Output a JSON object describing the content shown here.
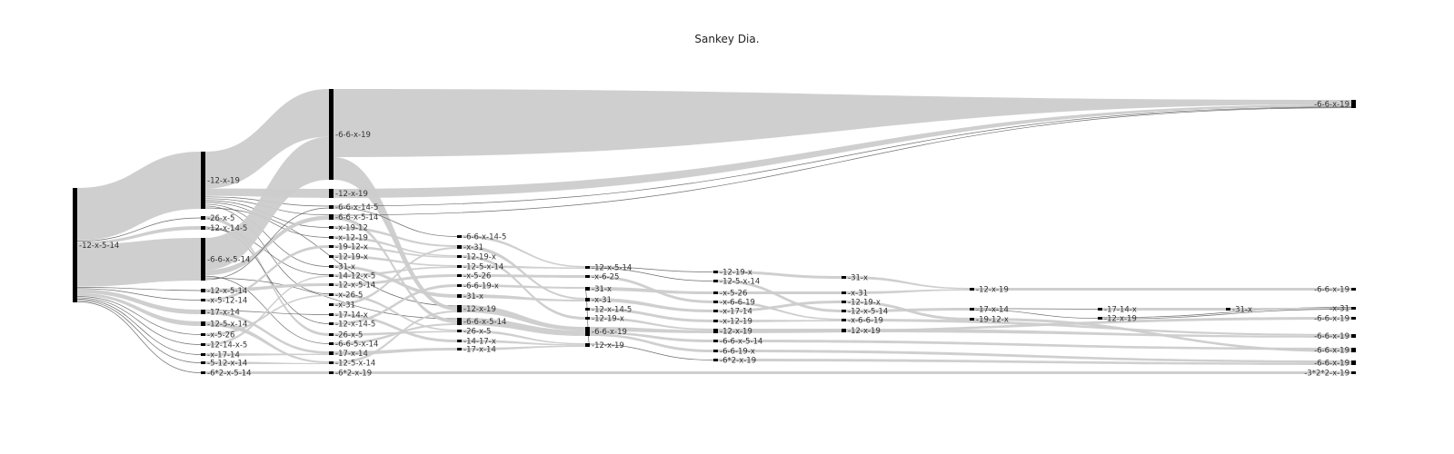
{
  "title": "Sankey Dia.",
  "diagram": {
    "type": "sankey",
    "link_color": "#cccccc",
    "thin_link_color": "#555555",
    "node_color": "#000000",
    "nodes": [
      {
        "id": "a0",
        "label": "-12-x-5-14",
        "col": 0
      },
      {
        "id": "b0",
        "label": "-12-x-19",
        "col": 1
      },
      {
        "id": "b1",
        "label": "-26-x-5",
        "col": 1
      },
      {
        "id": "b2",
        "label": "-12-x-14-5",
        "col": 1
      },
      {
        "id": "b3",
        "label": "-6-6-x-5-14",
        "col": 1
      },
      {
        "id": "b4",
        "label": "-12-x-5-14",
        "col": 1
      },
      {
        "id": "b5",
        "label": "-x-5-12-14",
        "col": 1
      },
      {
        "id": "b6",
        "label": "-17-x-14",
        "col": 1
      },
      {
        "id": "b7",
        "label": "-12-5-x-14",
        "col": 1
      },
      {
        "id": "b8",
        "label": "-x-5-26",
        "col": 1
      },
      {
        "id": "b9",
        "label": "-12-14-x-5",
        "col": 1
      },
      {
        "id": "b10",
        "label": "-x-17-14",
        "col": 1
      },
      {
        "id": "b11",
        "label": "-5-12-x-14",
        "col": 1
      },
      {
        "id": "b12",
        "label": "-6*2-x-5-14",
        "col": 1
      },
      {
        "id": "c0",
        "label": "-6-6-x-19",
        "col": 2
      },
      {
        "id": "c1",
        "label": "-12-x-19",
        "col": 2
      },
      {
        "id": "c2",
        "label": "-6-6-x-14-5",
        "col": 2
      },
      {
        "id": "c3",
        "label": "-6-6-x-5-14",
        "col": 2
      },
      {
        "id": "c4",
        "label": "-x-19-12",
        "col": 2
      },
      {
        "id": "c5",
        "label": "-x-12-19",
        "col": 2
      },
      {
        "id": "c6",
        "label": "-19-12-x",
        "col": 2
      },
      {
        "id": "c7",
        "label": "-12-19-x",
        "col": 2
      },
      {
        "id": "c8",
        "label": "-31-x",
        "col": 2
      },
      {
        "id": "c9",
        "label": "-14-12-x-5",
        "col": 2
      },
      {
        "id": "c10",
        "label": "-12-x-5-14",
        "col": 2
      },
      {
        "id": "c11",
        "label": "-x-26-5",
        "col": 2
      },
      {
        "id": "c12",
        "label": "-x-31",
        "col": 2
      },
      {
        "id": "c13",
        "label": "-17-14-x",
        "col": 2
      },
      {
        "id": "c14",
        "label": "-12-x-14-5",
        "col": 2
      },
      {
        "id": "c15",
        "label": "-26-x-5",
        "col": 2
      },
      {
        "id": "c16",
        "label": "-6-6-5-x-14",
        "col": 2
      },
      {
        "id": "c17",
        "label": "-17-x-14",
        "col": 2
      },
      {
        "id": "c18",
        "label": "-12-5-x-14",
        "col": 2
      },
      {
        "id": "c19",
        "label": "-6*2-x-19",
        "col": 2
      },
      {
        "id": "d0",
        "label": "-6-6-x-14-5",
        "col": 3
      },
      {
        "id": "d1",
        "label": "-x-31",
        "col": 3
      },
      {
        "id": "d2",
        "label": "-12-19-x",
        "col": 3
      },
      {
        "id": "d3",
        "label": "-12-5-x-14",
        "col": 3
      },
      {
        "id": "d4",
        "label": "-x-5-26",
        "col": 3
      },
      {
        "id": "d5",
        "label": "-6-6-19-x",
        "col": 3
      },
      {
        "id": "d6",
        "label": "-31-x",
        "col": 3
      },
      {
        "id": "d7",
        "label": "-12-x-19",
        "col": 3
      },
      {
        "id": "d8",
        "label": "-6-6-x-5-14",
        "col": 3
      },
      {
        "id": "d9",
        "label": "-26-x-5",
        "col": 3
      },
      {
        "id": "d10",
        "label": "-14-17-x",
        "col": 3
      },
      {
        "id": "d11",
        "label": "-17-x-14",
        "col": 3
      },
      {
        "id": "e0",
        "label": "-12-x-5-14",
        "col": 4
      },
      {
        "id": "e1",
        "label": "-x-6-25",
        "col": 4
      },
      {
        "id": "e2",
        "label": "-31-x",
        "col": 4
      },
      {
        "id": "e3",
        "label": "-x-31",
        "col": 4
      },
      {
        "id": "e4",
        "label": "-12-x-14-5",
        "col": 4
      },
      {
        "id": "e5",
        "label": "-12-19-x",
        "col": 4
      },
      {
        "id": "e6",
        "label": "-6-6-x-19",
        "col": 4
      },
      {
        "id": "e7",
        "label": "-12-x-19",
        "col": 4
      },
      {
        "id": "f0",
        "label": "-12-19-x",
        "col": 5
      },
      {
        "id": "f1",
        "label": "-12-5-x-14",
        "col": 5
      },
      {
        "id": "f2",
        "label": "-x-5-26",
        "col": 5
      },
      {
        "id": "f3",
        "label": "-x-6-6-19",
        "col": 5
      },
      {
        "id": "f4",
        "label": "-x-17-14",
        "col": 5
      },
      {
        "id": "f5",
        "label": "-x-12-19",
        "col": 5
      },
      {
        "id": "f6",
        "label": "-12-x-19",
        "col": 5
      },
      {
        "id": "f7",
        "label": "-6-6-x-5-14",
        "col": 5
      },
      {
        "id": "f8",
        "label": "-6-6-19-x",
        "col": 5
      },
      {
        "id": "f9",
        "label": "-6*2-x-19",
        "col": 5
      },
      {
        "id": "g0",
        "label": "-31-x",
        "col": 6
      },
      {
        "id": "g1",
        "label": "-x-31",
        "col": 6
      },
      {
        "id": "g2",
        "label": "-12-19-x",
        "col": 6
      },
      {
        "id": "g3",
        "label": "-12-x-5-14",
        "col": 6
      },
      {
        "id": "g4",
        "label": "-x-6-6-19",
        "col": 6
      },
      {
        "id": "g5",
        "label": "-12-x-19",
        "col": 6
      },
      {
        "id": "h0",
        "label": "-12-x-19",
        "col": 7
      },
      {
        "id": "h1",
        "label": "-17-x-14",
        "col": 7
      },
      {
        "id": "h2",
        "label": "-19-12-x",
        "col": 7
      },
      {
        "id": "i0",
        "label": "-17-14-x",
        "col": 8
      },
      {
        "id": "i1",
        "label": "-12-x-19",
        "col": 8
      },
      {
        "id": "j0",
        "label": "-31-x",
        "col": 9
      },
      {
        "id": "k0",
        "label": "-6-6-x-19",
        "col": 10
      },
      {
        "id": "k1",
        "label": "-6-6-x-19",
        "col": 10
      },
      {
        "id": "k2",
        "label": "-x-31",
        "col": 10
      },
      {
        "id": "k3",
        "label": "-6-6-x-19",
        "col": 10
      },
      {
        "id": "k4",
        "label": "-6-6-x-19",
        "col": 10
      },
      {
        "id": "k5",
        "label": "-6-6-x-19",
        "col": 10
      },
      {
        "id": "k6",
        "label": "-6-6-x-19",
        "col": 10
      },
      {
        "id": "k7",
        "label": "-3*2*2-x-19",
        "col": 10
      }
    ],
    "links": [
      [
        "a0",
        "b0",
        40
      ],
      [
        "a0",
        "b1",
        1
      ],
      [
        "a0",
        "b2",
        2
      ],
      [
        "a0",
        "b3",
        32
      ],
      [
        "a0",
        "b4",
        1
      ],
      [
        "a0",
        "b5",
        1
      ],
      [
        "a0",
        "b6",
        3
      ],
      [
        "a0",
        "b7",
        2
      ],
      [
        "a0",
        "b8",
        1
      ],
      [
        "a0",
        "b9",
        1
      ],
      [
        "a0",
        "b10",
        1
      ],
      [
        "a0",
        "b11",
        1
      ],
      [
        "a0",
        "b12",
        1
      ],
      [
        "b0",
        "c0",
        20
      ],
      [
        "b0",
        "c1",
        4
      ],
      [
        "b0",
        "c2",
        1
      ],
      [
        "b0",
        "c3",
        1
      ],
      [
        "b0",
        "c4",
        1
      ],
      [
        "b0",
        "c5",
        1
      ],
      [
        "b0",
        "c8",
        1
      ],
      [
        "b0",
        "c11",
        1
      ],
      [
        "b0",
        "d7",
        1
      ],
      [
        "b1",
        "c15",
        1
      ],
      [
        "b2",
        "c14",
        1
      ],
      [
        "b2",
        "c9",
        1
      ],
      [
        "b3",
        "c0",
        18
      ],
      [
        "b3",
        "c3",
        3
      ],
      [
        "b3",
        "c16",
        1
      ],
      [
        "b3",
        "d8",
        1
      ],
      [
        "b3",
        "c2",
        1
      ],
      [
        "b4",
        "c10",
        1
      ],
      [
        "b5",
        "c6",
        1
      ],
      [
        "b6",
        "c13",
        1
      ],
      [
        "b6",
        "c17",
        2
      ],
      [
        "b7",
        "c18",
        2
      ],
      [
        "b8",
        "c11",
        1
      ],
      [
        "b9",
        "c9",
        1
      ],
      [
        "b10",
        "c17",
        1
      ],
      [
        "b11",
        "c18",
        1
      ],
      [
        "b12",
        "c19",
        1
      ],
      [
        "c0",
        "k0",
        6
      ],
      [
        "c0",
        "d7",
        2
      ],
      [
        "c1",
        "k0",
        3
      ],
      [
        "c2",
        "k0",
        1
      ],
      [
        "c3",
        "k0",
        1
      ],
      [
        "c2",
        "d0",
        1
      ],
      [
        "c3",
        "d8",
        2
      ],
      [
        "c4",
        "d1",
        1
      ],
      [
        "c5",
        "d2",
        1
      ],
      [
        "c6",
        "d2",
        1
      ],
      [
        "c7",
        "d3",
        1
      ],
      [
        "c8",
        "d6",
        1
      ],
      [
        "c9",
        "d3",
        1
      ],
      [
        "c10",
        "d4",
        1
      ],
      [
        "c11",
        "d9",
        1
      ],
      [
        "c12",
        "d1",
        1
      ],
      [
        "c13",
        "d10",
        1
      ],
      [
        "c14",
        "d5",
        1
      ],
      [
        "c15",
        "d9",
        1
      ],
      [
        "c16",
        "d8",
        1
      ],
      [
        "c17",
        "d11",
        1
      ],
      [
        "c18",
        "d7",
        1
      ],
      [
        "c19",
        "k7",
        1
      ],
      [
        "d0",
        "e0",
        1
      ],
      [
        "d1",
        "e3",
        1
      ],
      [
        "d2",
        "e5",
        1
      ],
      [
        "d3",
        "e0",
        1
      ],
      [
        "d4",
        "e1",
        1
      ],
      [
        "d5",
        "e2",
        1
      ],
      [
        "d6",
        "e3",
        1
      ],
      [
        "d7",
        "e6",
        2
      ],
      [
        "d8",
        "e6",
        3
      ],
      [
        "d9",
        "e7",
        1
      ],
      [
        "d10",
        "e7",
        1
      ],
      [
        "d11",
        "e7",
        1
      ],
      [
        "e0",
        "f0",
        1
      ],
      [
        "e0",
        "f1",
        1
      ],
      [
        "e1",
        "f3",
        1
      ],
      [
        "e2",
        "f2",
        1
      ],
      [
        "e3",
        "f4",
        1
      ],
      [
        "e4",
        "f5",
        1
      ],
      [
        "e5",
        "f6",
        1
      ],
      [
        "e6",
        "f6",
        2
      ],
      [
        "e6",
        "f7",
        1
      ],
      [
        "e6",
        "f8",
        1
      ],
      [
        "e7",
        "f9",
        1
      ],
      [
        "e7",
        "e2",
        1
      ],
      [
        "f0",
        "g0",
        1
      ],
      [
        "f1",
        "g3",
        1
      ],
      [
        "f2",
        "g1",
        1
      ],
      [
        "f3",
        "g4",
        1
      ],
      [
        "f4",
        "g2",
        1
      ],
      [
        "f5",
        "g4",
        1
      ],
      [
        "f6",
        "g5",
        1
      ],
      [
        "f6",
        "k3",
        1
      ],
      [
        "f7",
        "k5",
        1
      ],
      [
        "f8",
        "k6",
        1
      ],
      [
        "f9",
        "k6",
        1
      ],
      [
        "g0",
        "h0",
        1
      ],
      [
        "g1",
        "h0",
        1
      ],
      [
        "g2",
        "h2",
        1
      ],
      [
        "g3",
        "h1",
        1
      ],
      [
        "g4",
        "k4",
        1
      ],
      [
        "g5",
        "k4",
        1
      ],
      [
        "h0",
        "k1",
        1
      ],
      [
        "h1",
        "i0",
        1
      ],
      [
        "h2",
        "k5",
        1
      ],
      [
        "i0",
        "j0",
        1
      ],
      [
        "i1",
        "k2",
        1
      ],
      [
        "j0",
        "k2",
        1
      ],
      [
        "h1",
        "i1",
        1
      ],
      [
        "i1",
        "k2",
        1
      ]
    ]
  }
}
